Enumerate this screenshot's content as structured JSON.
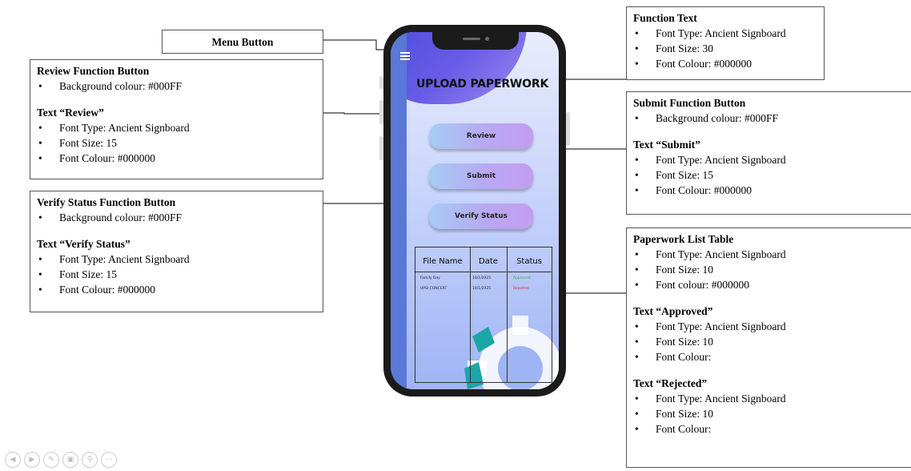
{
  "menu_callout": {
    "title": "Menu Button"
  },
  "review_callout": {
    "title": "Review Function Button",
    "bullets": [
      "Background colour: #000FF"
    ],
    "subtitle": "Text “Review”",
    "sub_bullets": [
      "Font Type: Ancient Signboard",
      "Font Size: 15",
      "Font Colour: #000000"
    ]
  },
  "verify_callout": {
    "title": "Verify Status Function Button",
    "bullets": [
      "Background colour: #000FF"
    ],
    "subtitle": "Text “Verify Status”",
    "sub_bullets": [
      "Font Type: Ancient Signboard",
      "Font Size: 15",
      "Font Colour: #000000"
    ]
  },
  "function_text_callout": {
    "title": "Function Text",
    "bullets": [
      "Font Type: Ancient Signboard",
      "Font Size: 30",
      "Font Colour: #000000"
    ]
  },
  "submit_callout": {
    "title": "Submit Function Button",
    "bullets": [
      "Background colour: #000FF"
    ],
    "subtitle": "Text “Submit”",
    "sub_bullets": [
      "Font Type: Ancient Signboard",
      "Font Size: 15",
      "Font Colour: #000000"
    ]
  },
  "table_callout": {
    "title": "Paperwork List Table",
    "bullets": [
      "Font Type: Ancient Signboard",
      "Font Size: 10",
      "Font colour: #000000"
    ],
    "approved_title": "Text “Approved”",
    "approved_bullets": [
      "Font Type: Ancient Signboard",
      "Font Size: 10",
      "Font Colour:"
    ],
    "rejected_title": "Text “Rejected”",
    "rejected_bullets": [
      "Font Type: Ancient Signboard",
      "Font Size: 10",
      "Font Colour:"
    ]
  },
  "phone": {
    "title": "UPLOAD PAPERWORK",
    "buttons": {
      "review": "Review",
      "submit": "Submit",
      "verify": "Verify Status"
    },
    "table": {
      "headers": [
        "File Name",
        "Date",
        "Status"
      ],
      "rows": [
        {
          "name": "Family Day",
          "date": "10/1/2025",
          "status": "Approved"
        },
        {
          "name": "UPSI CONCERT",
          "date": "10/1/2025",
          "status": "Rejected"
        }
      ],
      "status_colors": {
        "approved": "#2fb52f",
        "rejected": "#e0202a"
      }
    }
  },
  "icons": [
    "menu-icon",
    "gear-icon"
  ],
  "bottom_toolbar_icons": [
    "back-icon",
    "forward-icon",
    "pen-icon",
    "copy-icon",
    "zoom-icon",
    "more-icon"
  ]
}
